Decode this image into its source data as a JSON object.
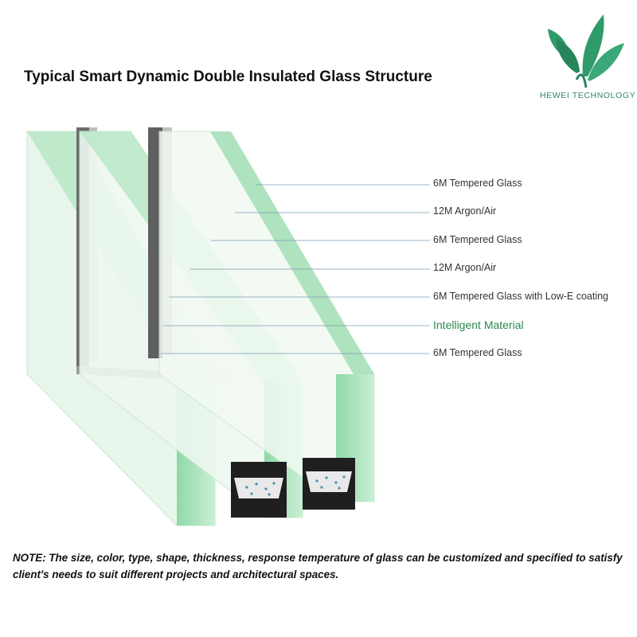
{
  "title": "Typical Smart Dynamic Double Insulated Glass Structure",
  "brand": {
    "name": "HEWEI TECHNOLOGY",
    "logo_icon": "leaf-logo-icon",
    "color": "#2f8a63"
  },
  "layers": [
    {
      "label": "6M Tempered Glass"
    },
    {
      "label": "12M Argon/Air"
    },
    {
      "label": "6M Tempered Glass"
    },
    {
      "label": "12M Argon/Air"
    },
    {
      "label": "6M Tempered Glass with Low-E coating"
    },
    {
      "label": "Intelligent Material",
      "highlight": true
    },
    {
      "label": "6M Tempered Glass"
    }
  ],
  "note": "NOTE: The size, color, type, shape, thickness, response temperature of glass can be customized and specified to satisfy client's needs to suit different projects and architectural spaces."
}
